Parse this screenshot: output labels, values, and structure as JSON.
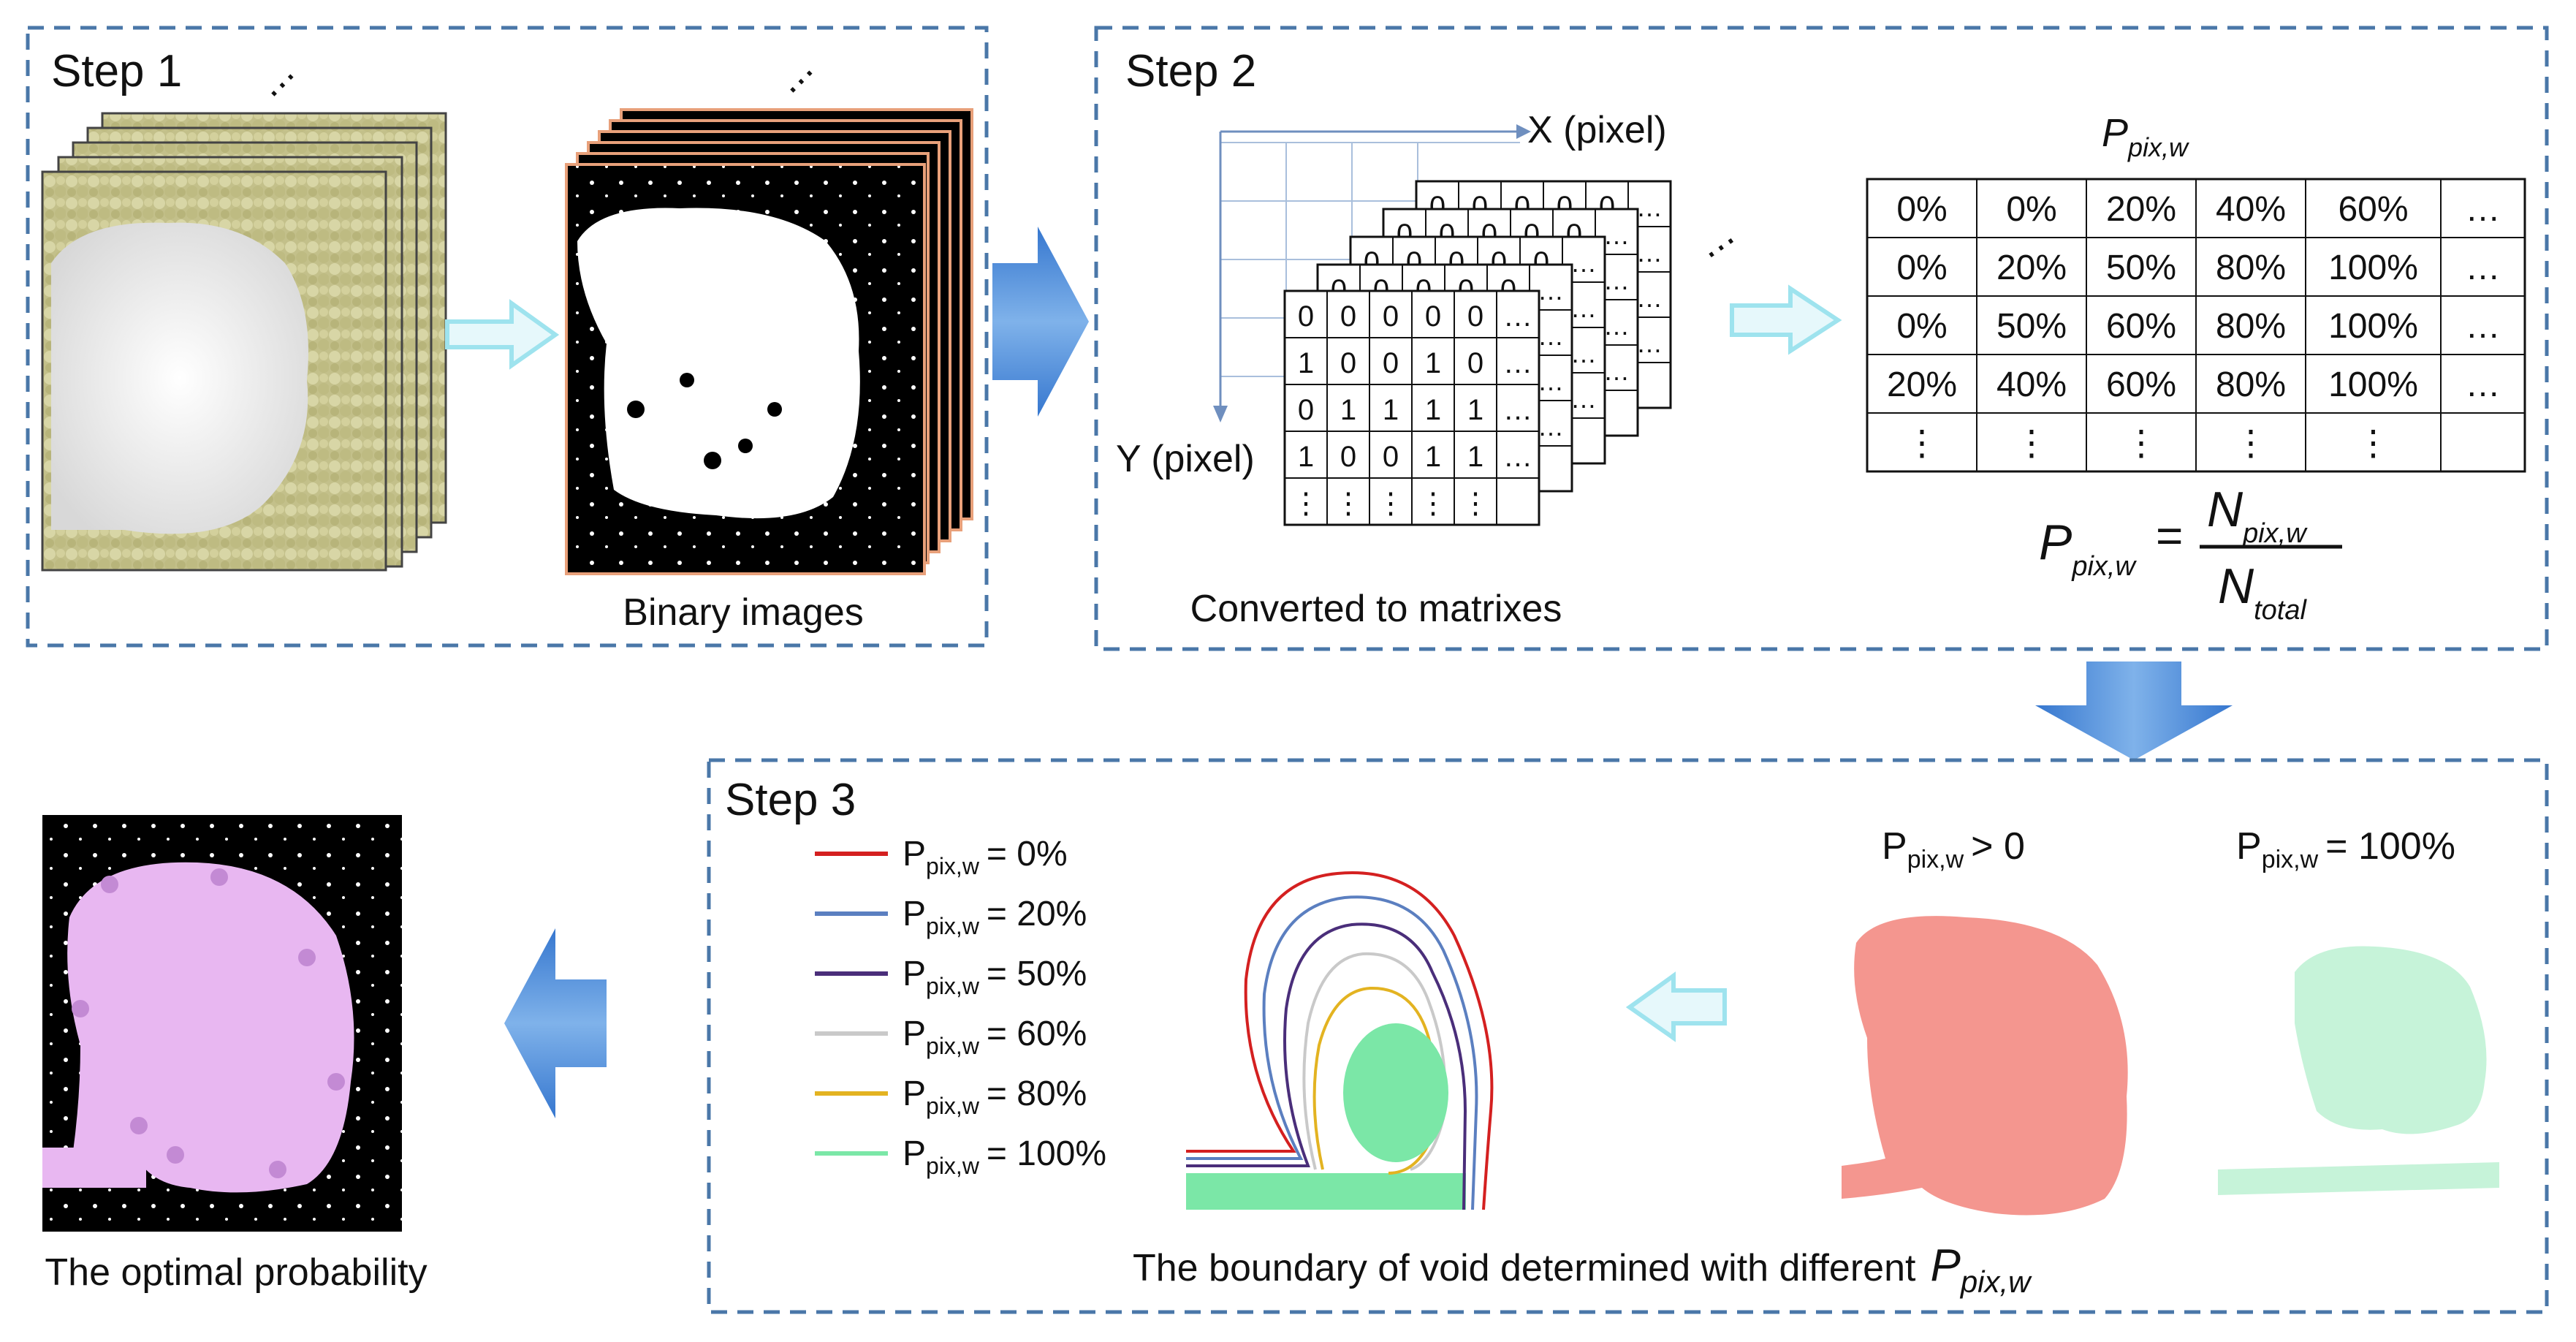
{
  "step1": {
    "title": "Step 1",
    "binary_caption": "Binary images",
    "ellipsis": "⋯"
  },
  "step2": {
    "title": "Step 2",
    "x_axis_label": "X (pixel)",
    "y_axis_label": "Y (pixel)",
    "caption": "Converted to matrixes",
    "matrix_front": [
      [
        "0",
        "0",
        "0",
        "0",
        "0",
        "…"
      ],
      [
        "1",
        "0",
        "0",
        "1",
        "0",
        "…"
      ],
      [
        "0",
        "1",
        "1",
        "1",
        "1",
        "…"
      ],
      [
        "1",
        "0",
        "0",
        "1",
        "1",
        "…"
      ],
      [
        "⋮",
        "⋮",
        "⋮",
        "⋮",
        "⋮",
        ""
      ]
    ],
    "matrix_back_cell": "0",
    "matrix_back_ellipsis": "…",
    "stack_ellipsis": "⋯",
    "prob_table_title_main": "P",
    "prob_table_title_sub": "pix,w",
    "prob_table": [
      [
        "0%",
        "0%",
        "20%",
        "40%",
        "60%",
        "…"
      ],
      [
        "0%",
        "20%",
        "50%",
        "80%",
        "100%",
        "…"
      ],
      [
        "0%",
        "50%",
        "60%",
        "80%",
        "100%",
        "…"
      ],
      [
        "20%",
        "40%",
        "60%",
        "80%",
        "100%",
        "…"
      ],
      [
        "⋮",
        "⋮",
        "⋮",
        "⋮",
        "⋮",
        ""
      ]
    ],
    "formula": {
      "lhs": "P",
      "lhs_sub": "pix,w",
      "equals": "=",
      "num": "N",
      "num_sub": "pix,w",
      "den": "N",
      "den_sub": "total"
    }
  },
  "step3": {
    "title": "Step 3",
    "legend": [
      {
        "label": "P",
        "sub": "pix,w",
        "value": "= 0%",
        "color": "#d42020"
      },
      {
        "label": "P",
        "sub": "pix,w",
        "value": "= 20%",
        "color": "#5b7fc0"
      },
      {
        "label": "P",
        "sub": "pix,w",
        "value": "= 50%",
        "color": "#4a2e7a"
      },
      {
        "label": "P",
        "sub": "pix,w",
        "value": "= 60%",
        "color": "#c9c9c9"
      },
      {
        "label": "P",
        "sub": "pix,w",
        "value": "= 80%",
        "color": "#e3b321"
      },
      {
        "label": "P",
        "sub": "pix,w",
        "value": "= 100%",
        "color": "#7be7a7"
      }
    ],
    "map_gt0": {
      "label": "P",
      "sub": "pix,w",
      "value": "> 0"
    },
    "map_100": {
      "label": "P",
      "sub": "pix,w",
      "value": "= 100%"
    },
    "caption": "The boundary of void determined with different",
    "caption_symbol": "P",
    "caption_symbol_sub": "pix,w"
  },
  "result": {
    "caption": "The optimal probability"
  },
  "colors": {
    "dash_border": "#4a77a8",
    "big_arrow": "#3f7fd0",
    "small_arrow": "#9ee3ee",
    "particle": "#c7c490",
    "red_region": "#f4968f",
    "green_region": "#c6f3d9",
    "pink_region": "#e8b7f1"
  }
}
